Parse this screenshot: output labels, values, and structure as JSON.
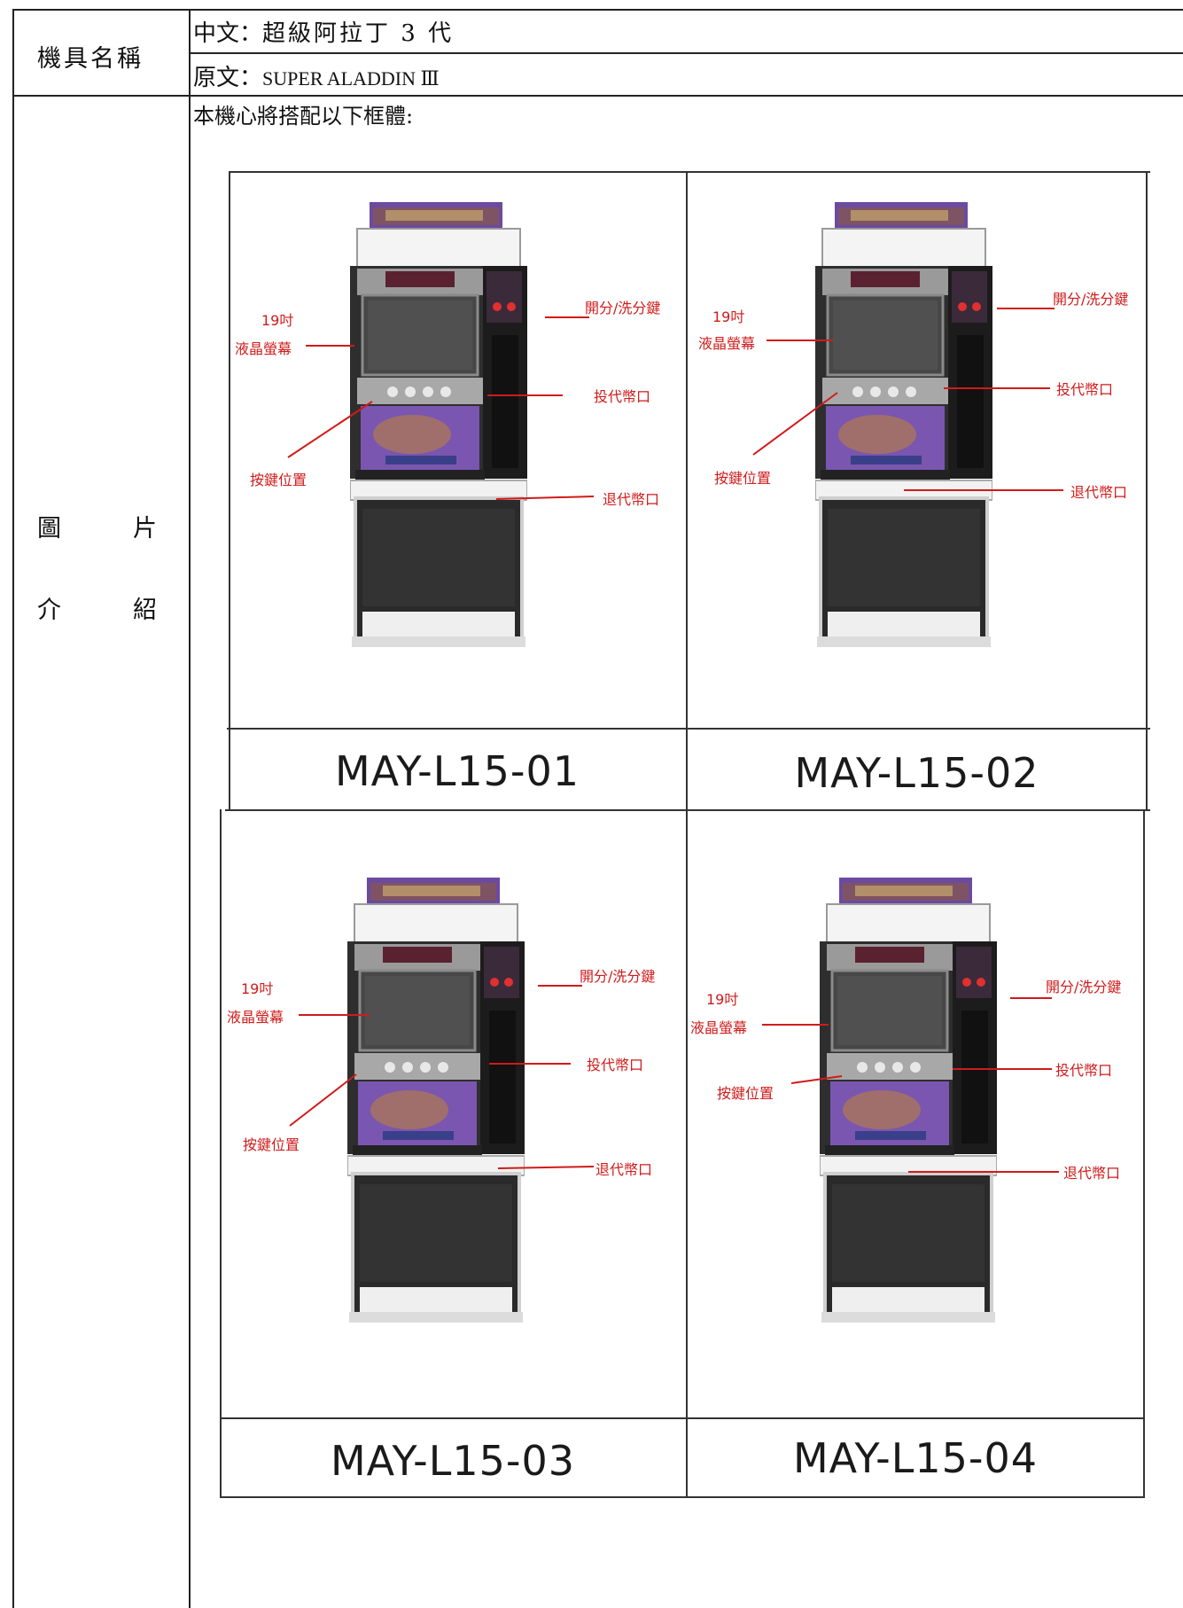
{
  "form": {
    "machine_name_label": "機具名稱",
    "chinese_prefix": "中文：",
    "chinese_name": "超級阿拉丁 3 代",
    "original_prefix": "原文：",
    "original_name": "SUPER ALADDIN Ⅲ",
    "intro_text": "本機心將搭配以下框體:",
    "side_label_chars": [
      "圖",
      "片",
      "介",
      "紹"
    ]
  },
  "panels": [
    {
      "model": "MAY-L15-01",
      "callouts": {
        "size": "19吋",
        "screen": "液晶螢幕",
        "credit": "開分/洗分鍵",
        "coin_in": "投代幣口",
        "buttons": "按鍵位置",
        "coin_out": "退代幣口"
      }
    },
    {
      "model": "MAY-L15-02",
      "callouts": {
        "size": "19吋",
        "screen": "液晶螢幕",
        "credit": "開分/洗分鍵",
        "coin_in": "投代幣口",
        "buttons": "按鍵位置",
        "coin_out": "退代幣口"
      }
    },
    {
      "model": "MAY-L15-03",
      "callouts": {
        "size": "19吋",
        "screen": "液晶螢幕",
        "credit": "開分/洗分鍵",
        "coin_in": "投代幣口",
        "buttons": "按鍵位置",
        "coin_out": "退代幣口"
      }
    },
    {
      "model": "MAY-L15-04",
      "callouts": {
        "size": "19吋",
        "screen": "液晶螢幕",
        "credit": "開分/洗分鍵",
        "coin_in": "投代幣口",
        "buttons": "按鍵位置",
        "coin_out": "退代幣口"
      }
    }
  ],
  "colors": {
    "callout": "#d11a1a",
    "cabinet_gray": "#5a5a5a",
    "marquee_purple": "#6b4aa0"
  }
}
